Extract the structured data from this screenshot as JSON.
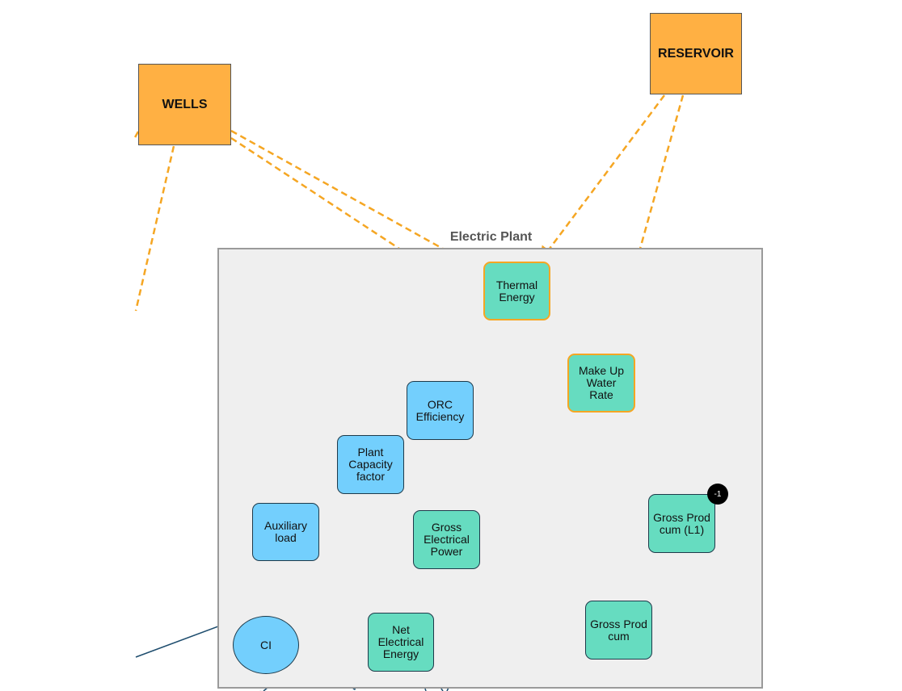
{
  "group": {
    "title": "Electric Plant"
  },
  "nodes": {
    "wells": "WELLS",
    "reservoir": "RESERVOIR",
    "thermal_energy": "Thermal\nEnergy",
    "make_up_water_rate": "Make Up\nWater\nRate",
    "orc_efficiency": "ORC\nEfficiency",
    "plant_capacity_factor": "Plant\nCapacity\nfactor",
    "auxiliary_load": "Auxiliary\nload",
    "gross_electrical_power": "Gross\nElectrical\nPower",
    "gross_prod_cum_l1": "Gross Prod\ncum (L1)",
    "gross_prod_cum": "Gross Prod\ncum",
    "ci": "CI",
    "net_electrical_energy": "Net\nElectrical\nEnergy"
  },
  "badge": "-1",
  "colors": {
    "source_node": "#ffb043",
    "computed_node": "#66dcc0",
    "input_node": "#73cffd",
    "dashed_link": "#f5a623",
    "solid_link": "#1e4d6e",
    "group_fill": "#efefef"
  }
}
